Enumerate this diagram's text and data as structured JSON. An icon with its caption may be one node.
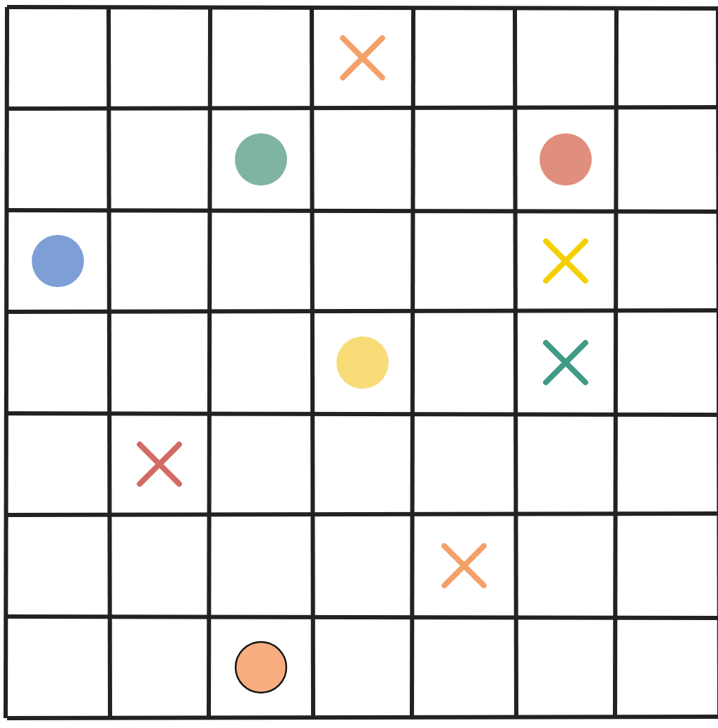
{
  "diagram": {
    "nodes": [
      {
        "text": [],
        "shape": "cross"
      },
      {
        "text": [],
        "shape": "circle"
      },
      {
        "text": [],
        "shape": "circle"
      },
      {
        "text": [],
        "shape": "circle"
      },
      {
        "text": [],
        "shape": "cross"
      },
      {
        "text": [],
        "shape": "circle"
      },
      {
        "text": [],
        "shape": "cross"
      },
      {
        "text": [],
        "shape": "cross"
      },
      {
        "text": [],
        "shape": "cross"
      },
      {
        "text": [],
        "shape": "circle"
      }
    ]
  }
}
